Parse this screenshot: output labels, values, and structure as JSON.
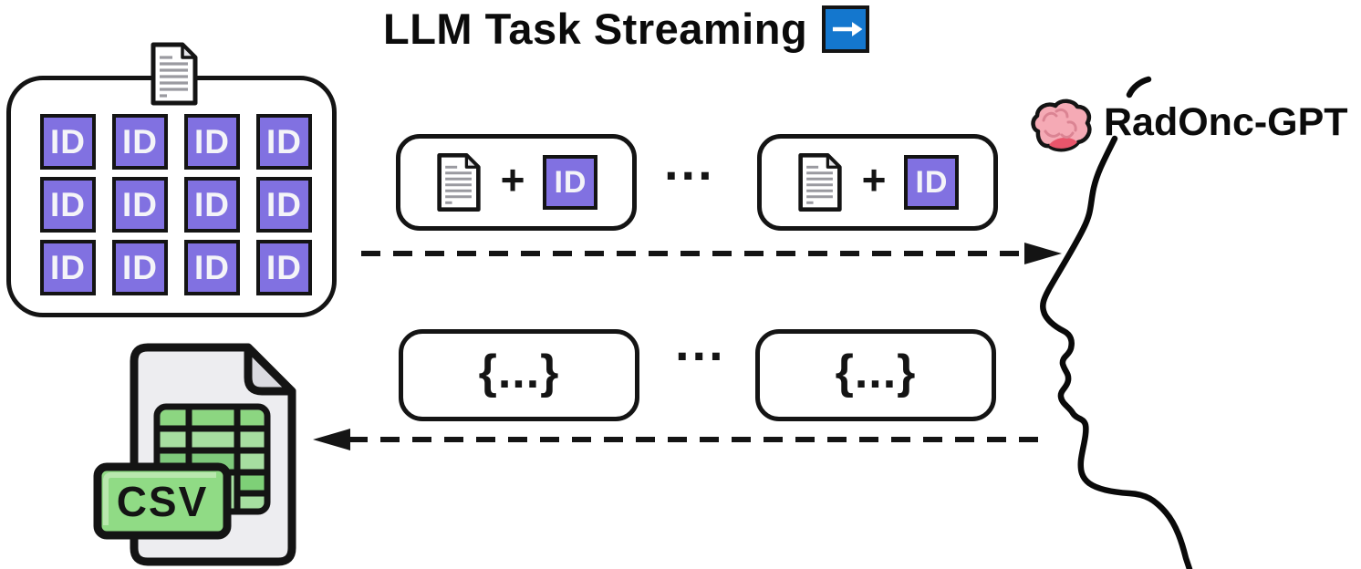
{
  "title": {
    "text": "LLM Task Streaming",
    "arrow_icon": "right-arrow"
  },
  "colors": {
    "accent_blue": "#1477CE",
    "id_purple": "#8171E1",
    "outline_black": "#141414",
    "csv_badge_green": "#90DB85",
    "table_green_light": "#A6DEA0",
    "table_green_dark": "#7ED077",
    "brain_pink": "#F5AAB5",
    "page_gray": "#EDEDF0"
  },
  "patient_grid": {
    "ids": [
      "ID",
      "ID",
      "ID",
      "ID",
      "ID",
      "ID",
      "ID",
      "ID",
      "ID",
      "ID",
      "ID",
      "ID"
    ]
  },
  "task_row": {
    "ellipsis": "...",
    "boxes": [
      {
        "plus": "+",
        "id_label": "ID"
      },
      {
        "plus": "+",
        "id_label": "ID"
      }
    ]
  },
  "result_row": {
    "ellipsis": "...",
    "boxes": [
      {
        "label": "{...}"
      },
      {
        "label": "{...}"
      }
    ]
  },
  "model": {
    "name": "RadOnc-GPT"
  },
  "csv_file": {
    "label": "CSV"
  }
}
